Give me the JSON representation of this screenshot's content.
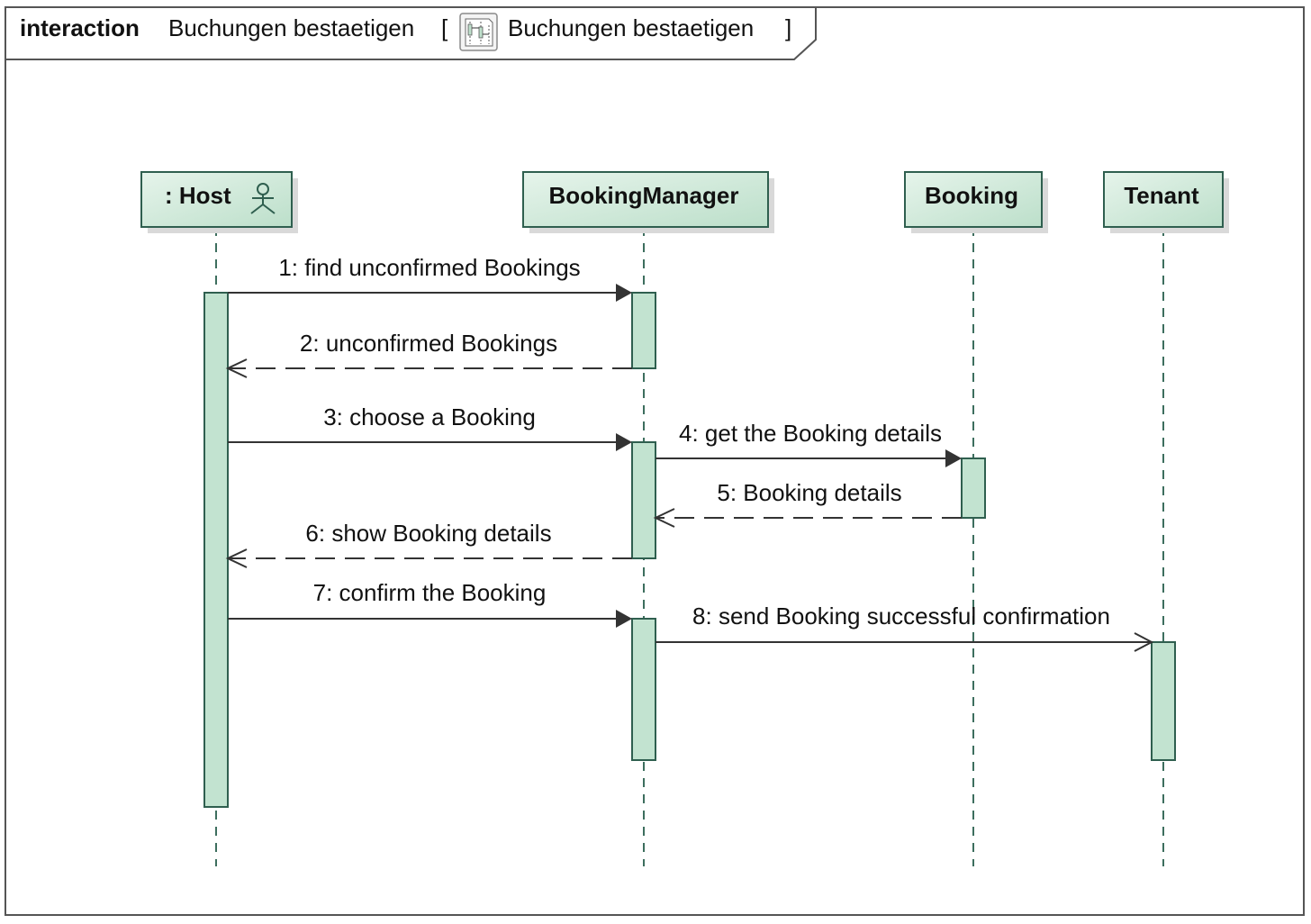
{
  "frame": {
    "keyword": "interaction",
    "name": "Buchungen bestaetigen",
    "open_bracket": "[",
    "ref_name": "Buchungen bestaetigen",
    "close_bracket": "]",
    "ref_icon": "sequence-diagram-icon"
  },
  "lifelines": [
    {
      "id": "host",
      "label": ": Host",
      "icon": "actor-icon"
    },
    {
      "id": "bm",
      "label": "BookingManager"
    },
    {
      "id": "booking",
      "label": "Booking"
    },
    {
      "id": "tenant",
      "label": "Tenant"
    }
  ],
  "messages": [
    {
      "label": "1: find unconfirmed Bookings",
      "from": "host",
      "to": "bm",
      "kind": "sync"
    },
    {
      "label": "2: unconfirmed Bookings",
      "from": "bm",
      "to": "host",
      "kind": "reply"
    },
    {
      "label": "3: choose a Booking",
      "from": "host",
      "to": "bm",
      "kind": "sync"
    },
    {
      "label": "4: get the Booking details",
      "from": "bm",
      "to": "booking",
      "kind": "sync"
    },
    {
      "label": "5: Booking details",
      "from": "booking",
      "to": "bm",
      "kind": "reply"
    },
    {
      "label": "6: show Booking details",
      "from": "bm",
      "to": "host",
      "kind": "reply"
    },
    {
      "label": "7: confirm the Booking",
      "from": "host",
      "to": "bm",
      "kind": "sync"
    },
    {
      "label": "8: send Booking successful confirmation",
      "from": "bm",
      "to": "tenant",
      "kind": "async"
    }
  ],
  "colors": {
    "header_fill_top": "#dff0e6",
    "header_fill_bottom": "#bfe0cc",
    "activation_fill": "#c2e3d0",
    "stroke": "#2f5f4f",
    "lifeline": "#3d6e5e",
    "arrow": "#333333"
  }
}
